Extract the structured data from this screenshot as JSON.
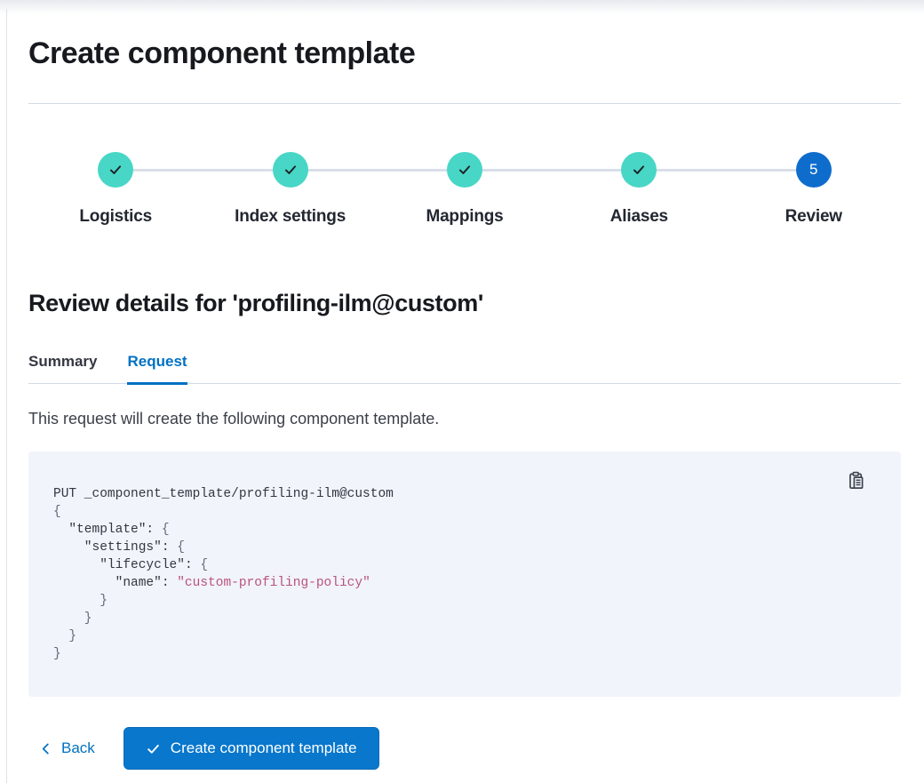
{
  "page": {
    "title": "Create component template"
  },
  "stepper": {
    "steps": [
      {
        "label": "Logistics",
        "status": "complete",
        "icon": "check-icon"
      },
      {
        "label": "Index settings",
        "status": "complete",
        "icon": "check-icon"
      },
      {
        "label": "Mappings",
        "status": "complete",
        "icon": "check-icon"
      },
      {
        "label": "Aliases",
        "status": "complete",
        "icon": "check-icon"
      },
      {
        "label": "Review",
        "status": "active",
        "number": "5"
      }
    ]
  },
  "review": {
    "heading": "Review details for 'profiling-ilm@custom'",
    "tabs": [
      {
        "label": "Summary",
        "active": false
      },
      {
        "label": "Request",
        "active": true
      }
    ],
    "description": "This request will create the following component template."
  },
  "code": {
    "copy_icon": "copy-clipboard-icon",
    "lines": [
      [
        "PUT _component_template/profiling-ilm@custom"
      ],
      [
        "{"
      ],
      [
        "  \"template\"",
        ": ",
        "{"
      ],
      [
        "    \"settings\"",
        ": ",
        "{"
      ],
      [
        "      \"lifecycle\"",
        ": ",
        "{"
      ],
      [
        "        \"name\"",
        ": ",
        "\"custom-profiling-policy\""
      ],
      [
        "      }"
      ],
      [
        "    }"
      ],
      [
        "  }"
      ],
      [
        "}"
      ]
    ]
  },
  "footer": {
    "back_label": "Back",
    "create_label": "Create component template"
  },
  "colors": {
    "primary_link": "#0071c2",
    "button_fill": "#0877cc",
    "step_complete": "#48d6c6",
    "step_active": "#0e6dcc",
    "divider": "#d3dae6",
    "text": "#343741",
    "heading_text": "#17191e",
    "code_background": "#f1f4fa",
    "code_string": "#b9537e",
    "code_brace": "#646a77"
  }
}
